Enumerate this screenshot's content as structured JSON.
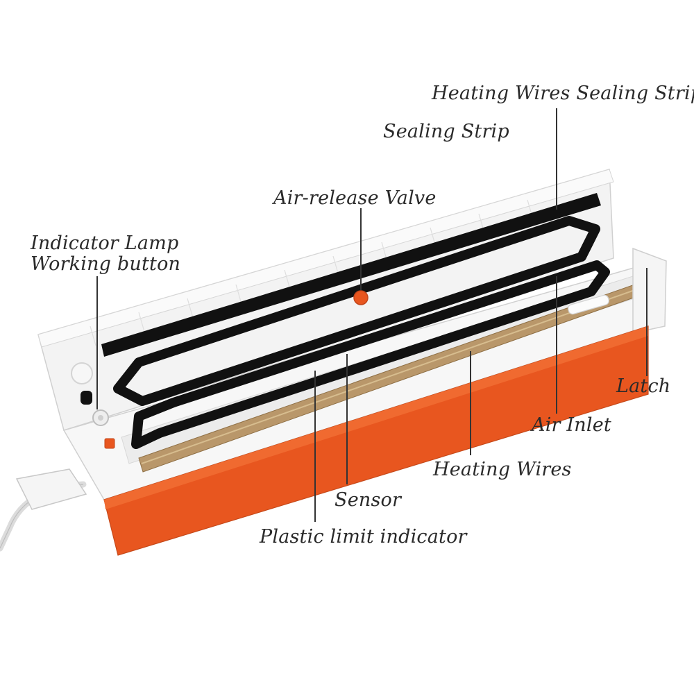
{
  "labels": {
    "heating_wires_sealing_strip": "Heating Wires Sealing Strip",
    "sealing_strip": "Sealing Strip",
    "air_release_valve": "Air-release Valve",
    "indicator_lamp": "Indicator Lamp",
    "working_button": "Working button",
    "latch": "Latch",
    "air_inlet": "Air Inlet",
    "heating_wires": "Heating Wires",
    "sensor": "Sensor",
    "plastic_limit_indicator": "Plastic limit indicator"
  },
  "colors": {
    "device_body": "#f4f4f4",
    "device_base": "#e8561f",
    "gasket": "#111111",
    "heating_tape": "#b9976a",
    "leader_line": "#333333"
  }
}
